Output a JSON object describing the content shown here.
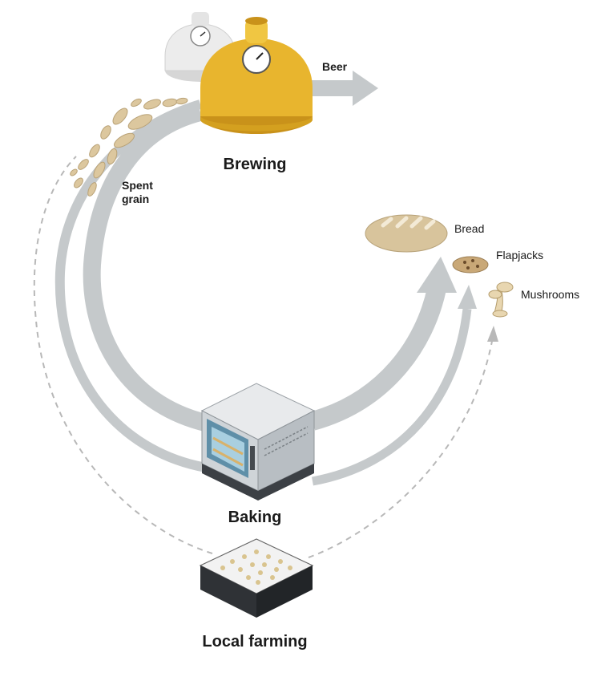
{
  "labels": {
    "brewing": "Brewing",
    "beer": "Beer",
    "spent_grain_line1": "Spent",
    "spent_grain_line2": "grain",
    "baking": "Baking",
    "local_farming": "Local farming"
  },
  "products": [
    {
      "name": "Bread",
      "icon": "bread-icon"
    },
    {
      "name": "Flapjacks",
      "icon": "flapjack-icon"
    },
    {
      "name": "Mushrooms",
      "icon": "mushroom-icon"
    }
  ],
  "colors": {
    "flow_arrow": "#c5c9cb",
    "dashed_loop": "#b8b8b8",
    "brew_kettle": "#e8b52e",
    "brew_kettle_secondary": "#e6e6e6",
    "oven_body": "#cfd4d8",
    "bread": "#d8c49c",
    "grain": "#dcc79e"
  },
  "icons": [
    "brew-kettle-icon",
    "oven-icon",
    "grow-tray-icon",
    "grain-icon"
  ]
}
